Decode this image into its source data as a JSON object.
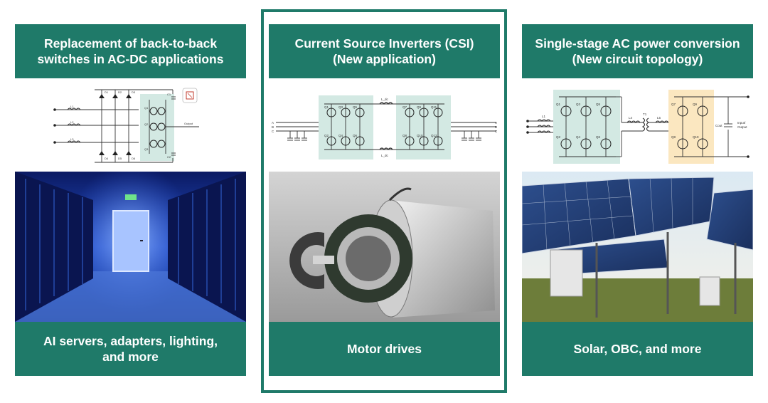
{
  "columns": [
    {
      "title_lines": [
        "Replacement of back-to-back",
        "switches in AC-DC applications"
      ],
      "footer_lines": [
        "AI servers, adapters, lighting,",
        "and more"
      ],
      "schematic": {
        "inductor_labels": [
          "L1",
          "L2",
          "L3"
        ],
        "diode_labels": [
          "D1",
          "D2",
          "D3",
          "D4",
          "D5",
          "D6"
        ],
        "switch_labels": [
          "Q1",
          "Q2",
          "Q3"
        ],
        "capacitor_labels": [
          "C1",
          "C2"
        ],
        "output_label": "Output"
      },
      "photo": "server-room-corridor"
    },
    {
      "title_lines": [
        "Current Source Inverters (CSI)",
        "(New application)"
      ],
      "footer_lines": [
        "Motor drives"
      ],
      "highlighted": true,
      "schematic": {
        "left_switch_labels": [
          "Q1",
          "Q3",
          "Q5",
          "Q2",
          "Q4",
          "Q6"
        ],
        "right_switch_labels": [
          "Q7",
          "Q9",
          "Q11",
          "Q8",
          "Q10",
          "Q12"
        ],
        "inductor_labels": [
          "L_dc",
          "L_dc"
        ],
        "phase_labels_left": [
          "A",
          "B",
          "C"
        ],
        "phase_labels_right": [
          "A",
          "B",
          "C"
        ]
      },
      "photo": "exploded-electric-motor"
    },
    {
      "title_lines": [
        "Single-stage AC power conversion",
        "(New circuit topology)"
      ],
      "footer_lines": [
        "Solar, OBC, and more"
      ],
      "schematic": {
        "inductor_labels": [
          "L1",
          "L4",
          "L5"
        ],
        "transformer_label": "T1",
        "left_switch_labels": [
          "Q1",
          "Q3",
          "Q5",
          "Q2",
          "Q4",
          "Q6"
        ],
        "right_switch_labels": [
          "Q7",
          "Q9",
          "Q8",
          "Q10"
        ],
        "capacitor_label": "Cout",
        "output_label_lines": [
          "Input/",
          "Output"
        ]
      },
      "photo": "solar-panel-array"
    }
  ],
  "colors": {
    "banner": "#1f7a69",
    "highlight_frame": "#1f7a69",
    "switch_block_green": "#d3e9e3",
    "switch_block_yellow": "#fbe7c0"
  }
}
